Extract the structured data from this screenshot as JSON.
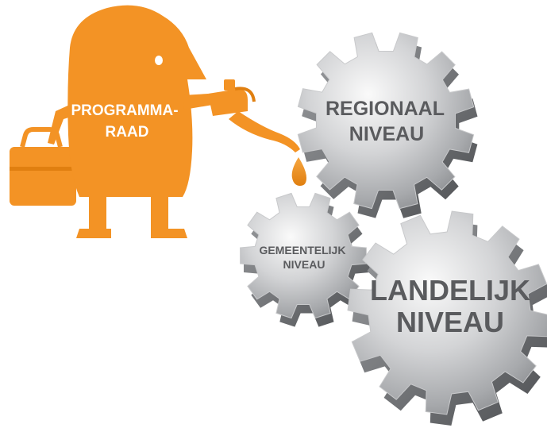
{
  "figure": {
    "character": {
      "label_line1": "PROGRAMMA-",
      "label_line2": "RAAD"
    },
    "gears": [
      {
        "id": "regionaal",
        "line1": "REGIONAAL",
        "line2": "NIVEAU"
      },
      {
        "id": "gemeentelijk",
        "line1": "GEMEENTELIJK",
        "line2": "NIVEAU"
      },
      {
        "id": "landelijk",
        "line1": "LANDELIJK",
        "line2": "NIVEAU"
      }
    ]
  },
  "colors": {
    "orange": "#F39325",
    "orange_dark": "#E07F10",
    "steel_light": "#F4F4F4",
    "steel_mid": "#B9BABC",
    "steel_dark": "#6E7073",
    "text_gray": "#5A5B5E"
  }
}
